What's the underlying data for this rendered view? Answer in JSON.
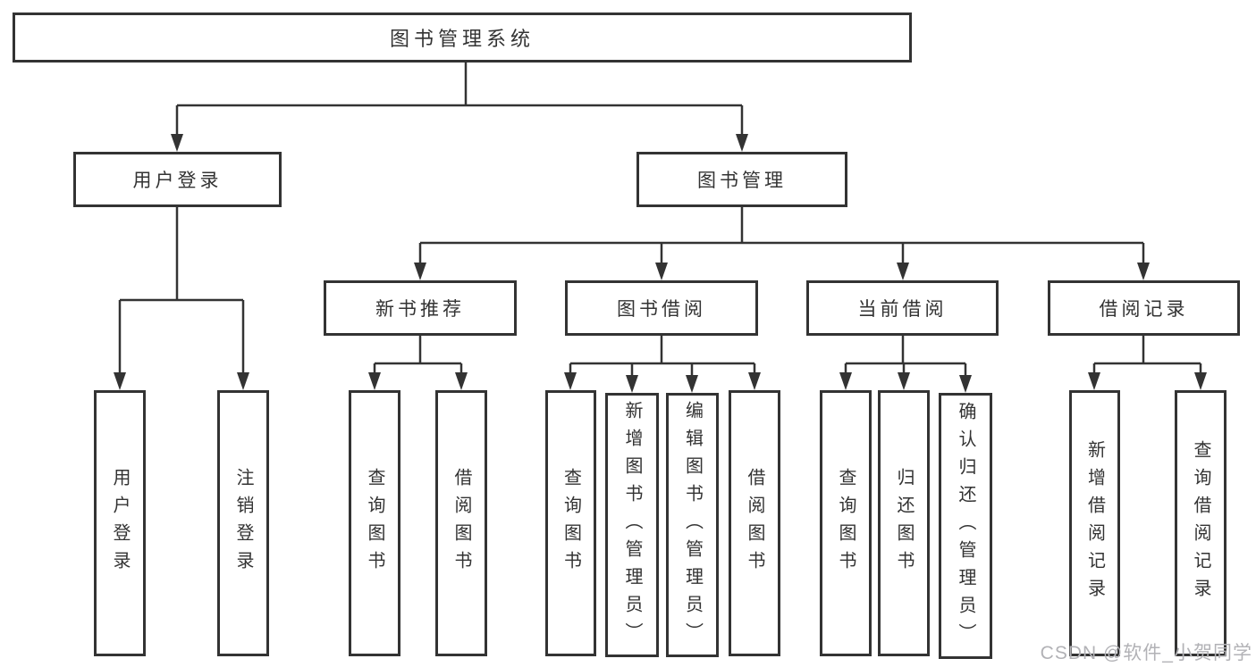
{
  "tree": {
    "label": "图书管理系统",
    "children": [
      {
        "label": "用户登录",
        "children": [
          {
            "label": "用户登录"
          },
          {
            "label": "注销登录"
          }
        ]
      },
      {
        "label": "图书管理",
        "children": [
          {
            "label": "新书推荐",
            "children": [
              {
                "label": "查询图书"
              },
              {
                "label": "借阅图书"
              }
            ]
          },
          {
            "label": "图书借阅",
            "children": [
              {
                "label": "查询图书"
              },
              {
                "label": "新增图书（管理员）"
              },
              {
                "label": "编辑图书（管理员）"
              },
              {
                "label": "借阅图书"
              }
            ]
          },
          {
            "label": "当前借阅",
            "children": [
              {
                "label": "查询图书"
              },
              {
                "label": "归还图书"
              },
              {
                "label": "确认归还（管理员）"
              }
            ]
          },
          {
            "label": "借阅记录",
            "children": [
              {
                "label": "新增借阅记录"
              },
              {
                "label": "查询借阅记录"
              }
            ]
          }
        ]
      }
    ]
  },
  "watermark": "CSDN @软件_小贺同学",
  "colors": {
    "line": "#333333",
    "text": "#333333",
    "watermark": "#b2b2b6",
    "background": "#ffffff"
  }
}
